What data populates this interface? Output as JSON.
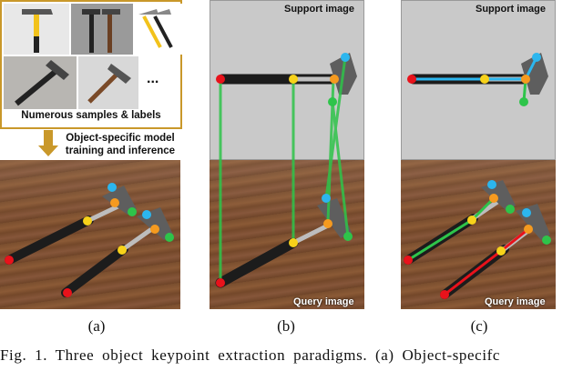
{
  "panel_a": {
    "samples_label": "Numerous samples & labels",
    "ellipsis": "...",
    "arrow_line1": "Object-specific model",
    "arrow_line2": "training and inference",
    "sublabel": "(a)"
  },
  "panel_b": {
    "support_title": "Support image",
    "query_title": "Query image",
    "sublabel": "(b)"
  },
  "panel_c": {
    "support_title": "Support image",
    "query_title": "Query image",
    "sublabel": "(c)"
  },
  "caption": "Fig.  1.   Three  object  keypoint  extraction  paradigms.  (a)  Object-specifc",
  "colors": {
    "red": "#e8121b",
    "yellow": "#f7d21a",
    "orange": "#f59a1f",
    "blue": "#2cb6ee",
    "green": "#2ec44a",
    "gold_border": "#c9982a"
  }
}
